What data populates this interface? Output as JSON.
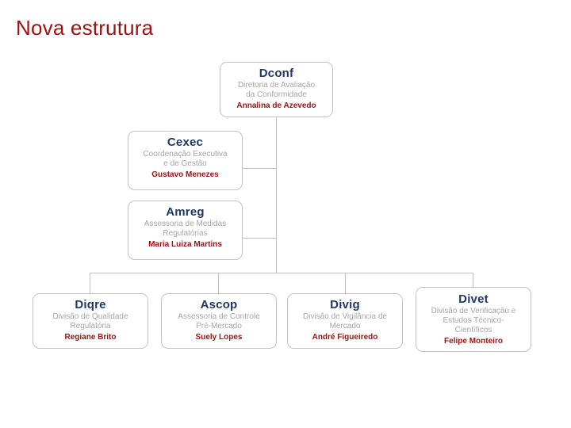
{
  "slide": {
    "title": "Nova estrutura",
    "title_color": "#9b1212"
  },
  "theme": {
    "code_color": "#1f3864",
    "description_color": "#a6a6a6",
    "person_color": "#9b1212",
    "box_border_color": "#c3c3c3",
    "connector_color": "#bfbfbf",
    "background": "#ffffff"
  },
  "org_chart": {
    "root": {
      "code": "Dconf",
      "description_line1": "Diretoria de Avaliação",
      "description_line2": "da Conformidade",
      "person": "Annalina de Azevedo"
    },
    "staff": [
      {
        "code": "Cexec",
        "description_line1": "Coordenação Executiva",
        "description_line2": "e de Gestão",
        "person": "Gustavo Menezes"
      },
      {
        "code": "Amreg",
        "description_line1": "Assessoria de Medidas",
        "description_line2": "Regulatórias",
        "person": "Maria Luiza Martins"
      }
    ],
    "divisions": [
      {
        "code": "Diqre",
        "description_line1": "Divisão de Qualidade",
        "description_line2": "Regulatória",
        "description_line3": "",
        "person": "Regiane Brito"
      },
      {
        "code": "Ascop",
        "description_line1": "Assessoria de Controle",
        "description_line2": "Pré-Mercado",
        "description_line3": "",
        "person": "Suely Lopes"
      },
      {
        "code": "Divig",
        "description_line1": "Divisão de Vigilância de",
        "description_line2": "Mercado",
        "description_line3": "",
        "person": "André Figueiredo"
      },
      {
        "code": "Divet",
        "description_line1": "Divisão de Verificação e",
        "description_line2": "Estudos Técnico-",
        "description_line3": "Científicos",
        "person": "Felipe Monteiro"
      }
    ]
  }
}
